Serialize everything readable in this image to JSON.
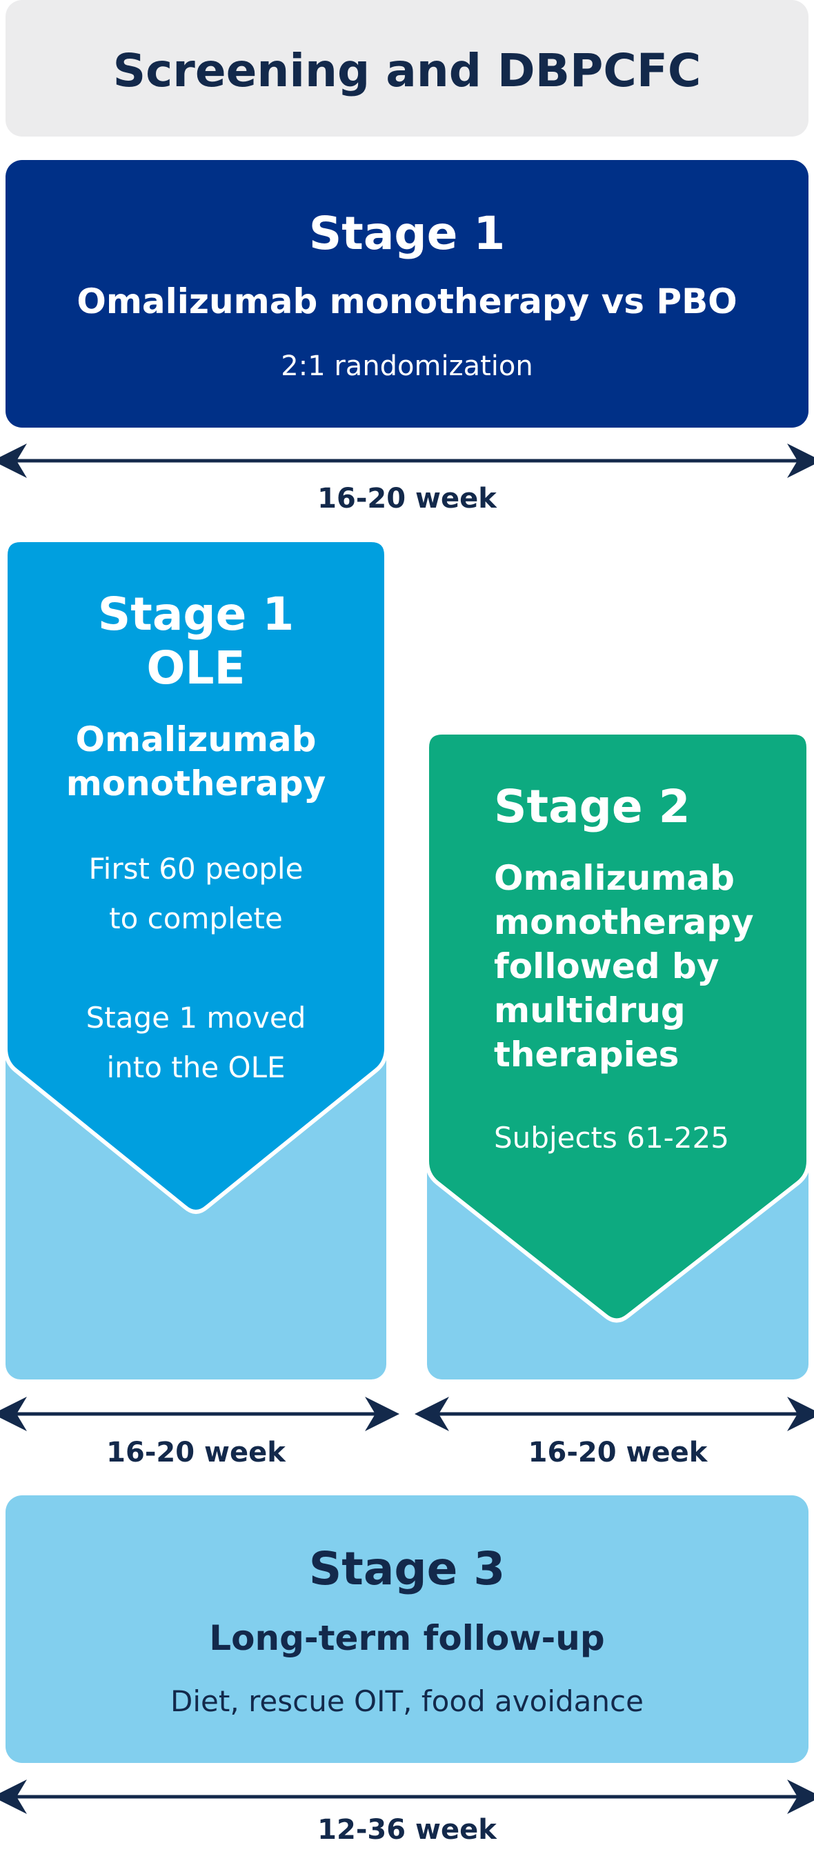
{
  "screening": {
    "title": "Screening and DBPCFC"
  },
  "stage1": {
    "title": "Stage 1",
    "subtitle": "Omalizumab monotherapy vs PBO",
    "note": "2:1 randomization",
    "duration": "16-20 week"
  },
  "stage1_ole": {
    "title_line1": "Stage 1",
    "title_line2": "OLE",
    "subtitle_line1": "Omalizumab",
    "subtitle_line2": "monotherapy",
    "note1_line1": "First 60 people",
    "note1_line2": "to complete",
    "note2_line1": "Stage 1 moved",
    "note2_line2": "into the OLE",
    "duration": "16-20 week"
  },
  "stage2": {
    "title": "Stage 2",
    "subtitle_lines": [
      "Omalizumab",
      "monotherapy",
      "followed by",
      "multidrug",
      "therapies"
    ],
    "note": "Subjects 61-225",
    "duration": "16-20 week"
  },
  "stage3": {
    "title": "Stage 3",
    "subtitle": "Long-term follow-up",
    "note": "Diet, rescue OIT, food avoidance",
    "duration": "12-36 week"
  },
  "colors": {
    "navy": "#003087",
    "dark_text": "#13294b",
    "ole_blue": "#009fdf",
    "stage2_green": "#0daa80",
    "light_blue": "#82cfee",
    "screening_gray": "#ececed"
  }
}
